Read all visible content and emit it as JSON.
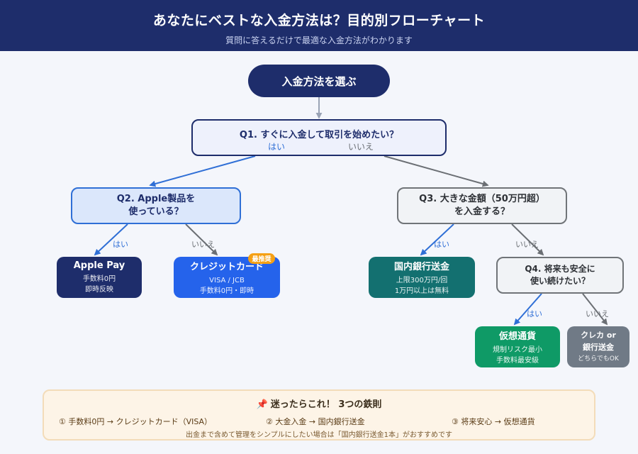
{
  "header": {
    "title": "あなたにベストな入金方法は？目的別フローチャート",
    "subtitle": "質問に答えるだけで最適な入金方法がわかります"
  },
  "start": {
    "label": "入金方法を選ぶ"
  },
  "q1": {
    "label": "Q1. すぐに入金して取引を始めたい？",
    "yes": "はい",
    "no": "いいえ"
  },
  "q2": {
    "line1": "Q2. Apple製品を",
    "line2": "使っている？",
    "yes": "はい",
    "no": "いいえ"
  },
  "q3": {
    "line1": "Q3. 大きな金額（50万円超）",
    "line2": "を入金する？",
    "yes": "はい",
    "no": "いいえ"
  },
  "q4": {
    "line1": "Q4. 将来も安全に",
    "line2": "使い続けたい？",
    "yes": "はい",
    "no": "いいえ"
  },
  "results": {
    "apple": {
      "title": "Apple Pay",
      "line1": "手数料0円",
      "line2": "即時反映"
    },
    "credit": {
      "title": "クレジットカード",
      "badge": "最推奨",
      "line1": "VISA / JCB",
      "line2": "手数料0円・即時"
    },
    "bank": {
      "title": "国内銀行送金",
      "line1": "上限300万円/回",
      "line2": "1万円以上は無料"
    },
    "crypto": {
      "title": "仮想通貨",
      "line1": "規制リスク最小",
      "line2": "手数料最安級"
    },
    "other": {
      "title1": "クレカ or",
      "title2": "銀行送金",
      "line1": "どちらでもOK"
    }
  },
  "tips": {
    "title": "迷ったらこれ！ 3つの鉄則",
    "items": [
      "① 手数料0円 → クレジットカード（VISA）",
      "② 大金入金 → 国内銀行送金",
      "③ 将来安心 → 仮想通貨"
    ],
    "note": "出金まで含めて管理をシンプルにしたい場合は「国内銀行送金1本」がおすすめです"
  },
  "colors": {
    "navy": "#1e2d6b",
    "blue": "#2563eb",
    "teal": "#137070",
    "green": "#0f9a66",
    "gray": "#707a86",
    "badge": "#f5a014"
  }
}
